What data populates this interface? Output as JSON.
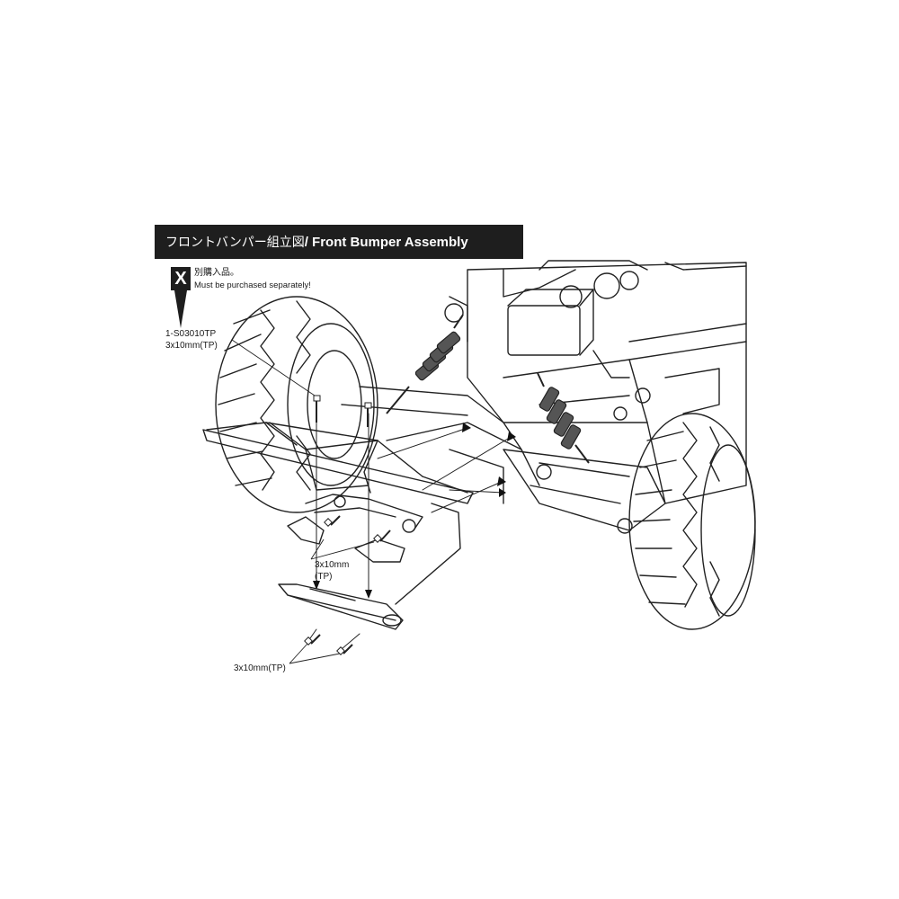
{
  "header": {
    "title_ja": "フロントバンパー組立図",
    "title_en": "/ Front Bumper Assembly"
  },
  "notice": {
    "symbol": "X",
    "text_ja": "別購入品。",
    "text_en": "Must be purchased separately!"
  },
  "part_callout": {
    "part_no": "1-S03010TP",
    "screw": "3x10mm(TP)"
  },
  "screw_labels": {
    "middle_size": "3x10mm",
    "middle_type": "(TP)",
    "bottom": "3x10mm(TP)"
  },
  "colors": {
    "title_bg": "#1e1e1e",
    "line": "#222222",
    "shock": "#555555"
  }
}
